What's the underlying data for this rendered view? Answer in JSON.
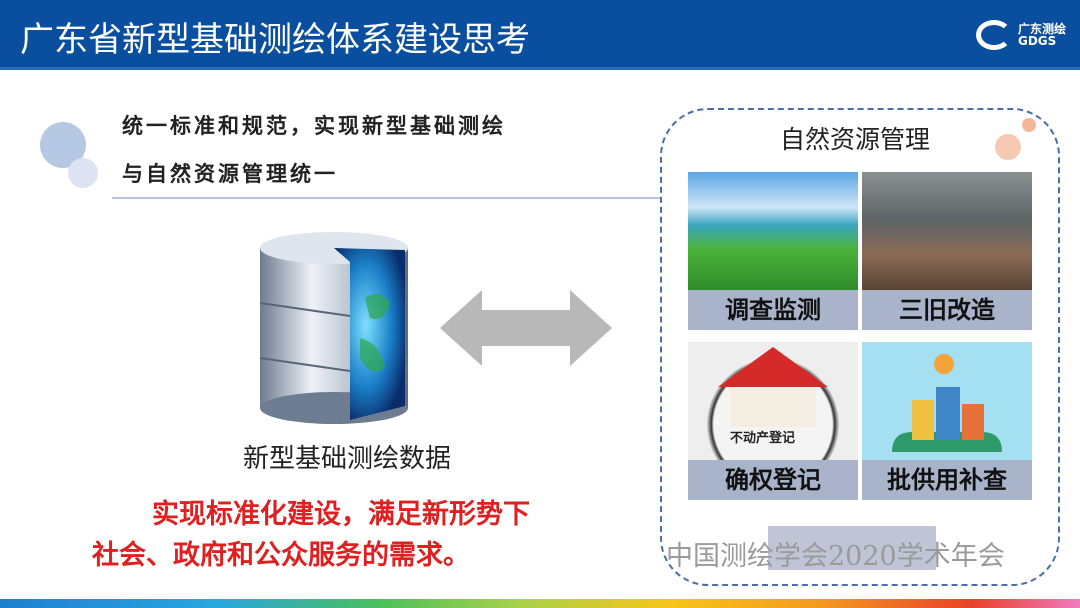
{
  "header": {
    "title": "广东省新型基础测绘体系建设思考",
    "logo": {
      "cn": "广东测绘",
      "en": "GDGS"
    },
    "color": "#0a4ea0"
  },
  "subtitle": {
    "line1": "统一标准和规范，实现新型基础测绘",
    "line2": "与自然资源管理统一"
  },
  "left": {
    "caption": "新型基础测绘数据",
    "red_line1": "实现标准化建设，满足新形势下",
    "red_line2": "社会、政府和公众服务的需求。",
    "red_color": "#e02020"
  },
  "right": {
    "title": "自然资源管理",
    "tiles": [
      {
        "label": "调查监测",
        "image": "farmland-aerial"
      },
      {
        "label": "三旧改造",
        "image": "city-aerial"
      },
      {
        "label": "确权登记",
        "image": "house-registration",
        "image_text": "不动产登记"
      },
      {
        "label": "批供用补查",
        "image": "city-illustration"
      }
    ]
  },
  "watermark": "中国测绘学会2020学术年会"
}
